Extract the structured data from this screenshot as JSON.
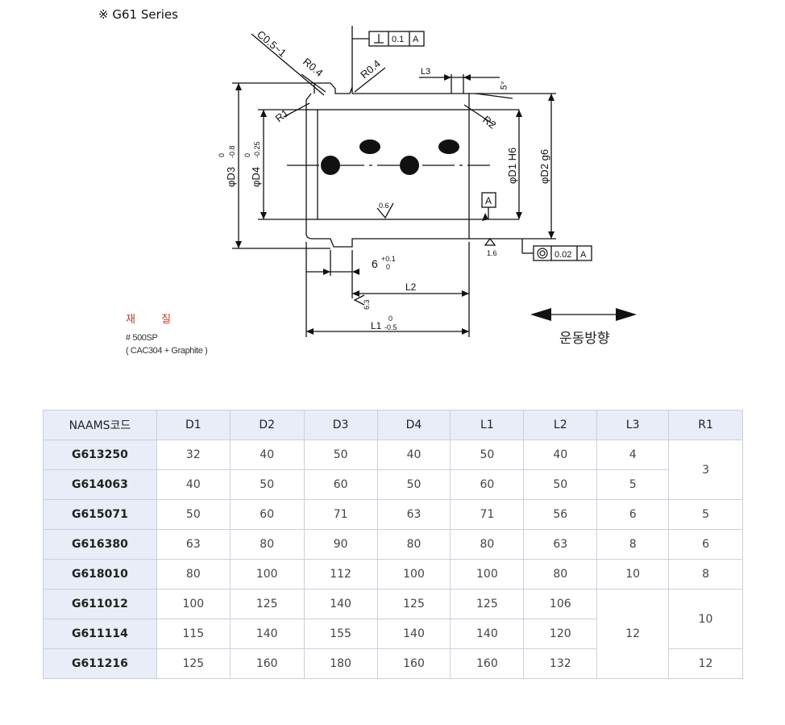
{
  "title": "※ G61 Series",
  "drawing": {
    "chamfer": "C0.5~1",
    "r04_left": "R0.4",
    "r04_right": "R0.4",
    "r1": "R1",
    "r2": "R2",
    "l3": "L3",
    "angle": "5°",
    "perp_tol": "0.1",
    "perp_datum": "A",
    "d3": "φD3",
    "d3_tol_top": "0",
    "d3_tol_bot": "-0.8",
    "d4": "φD4",
    "d4_tol_top": "0",
    "d4_tol_bot": "-0.25",
    "d1": "φD1 H6",
    "d2": "φD2 g6",
    "datum_a": "A",
    "rough_inner": "0.6",
    "rough_outer": "1.6",
    "rough_face": "6.3",
    "conc_tol": "0.02",
    "conc_datum": "A",
    "six": "6",
    "six_tol_top": "+0.1",
    "six_tol_bot": "0",
    "l2": "L2",
    "l1": "L1",
    "l1_tol_top": "0",
    "l1_tol_bot": "-0.5"
  },
  "material": {
    "label": "재 질",
    "line1": "# 500SP",
    "line2": "( CAC304 + Graphite )"
  },
  "direction_label": "운동방향",
  "table": {
    "headers": [
      "NAAMS코드",
      "D1",
      "D2",
      "D3",
      "D4",
      "L1",
      "L2",
      "L3",
      "R1"
    ],
    "rows": [
      {
        "code": "G613250",
        "d1": "32",
        "d2": "40",
        "d3": "50",
        "d4": "40",
        "l1": "50",
        "l2": "40",
        "l3": "4"
      },
      {
        "code": "G614063",
        "d1": "40",
        "d2": "50",
        "d3": "60",
        "d4": "50",
        "l1": "60",
        "l2": "50",
        "l3": "5"
      },
      {
        "code": "G615071",
        "d1": "50",
        "d2": "60",
        "d3": "71",
        "d4": "63",
        "l1": "71",
        "l2": "56",
        "l3": "6"
      },
      {
        "code": "G616380",
        "d1": "63",
        "d2": "80",
        "d3": "90",
        "d4": "80",
        "l1": "80",
        "l2": "63",
        "l3": "8"
      },
      {
        "code": "G618010",
        "d1": "80",
        "d2": "100",
        "d3": "112",
        "d4": "100",
        "l1": "100",
        "l2": "80",
        "l3": "10"
      },
      {
        "code": "G611012",
        "d1": "100",
        "d2": "125",
        "d3": "140",
        "d4": "125",
        "l1": "125",
        "l2": "106"
      },
      {
        "code": "G611114",
        "d1": "115",
        "d2": "140",
        "d3": "155",
        "d4": "140",
        "l1": "140",
        "l2": "120"
      },
      {
        "code": "G611216",
        "d1": "125",
        "d2": "160",
        "d3": "180",
        "d4": "160",
        "l1": "160",
        "l2": "132"
      }
    ],
    "r1_groups": [
      "3",
      "5",
      "6",
      "8",
      "10",
      "12"
    ],
    "l3_merged": "12"
  }
}
